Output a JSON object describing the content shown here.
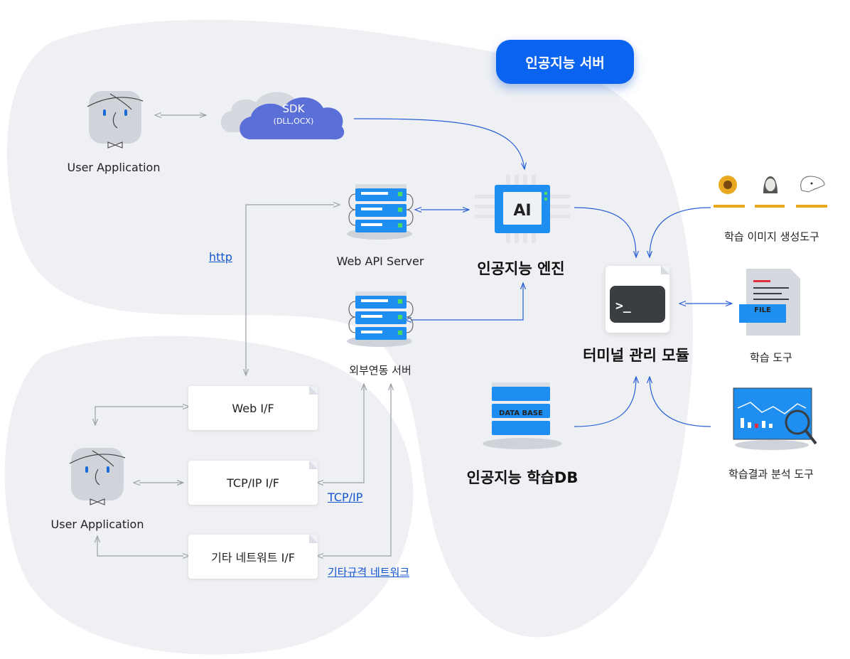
{
  "badge": {
    "label": "인공지능 서버"
  },
  "sdk": {
    "title": "SDK",
    "subtitle": "(DLL,OCX)"
  },
  "user_app_top": {
    "label": "User Application"
  },
  "user_app_bottom": {
    "label": "User Application"
  },
  "web_api_server": {
    "label": "Web API Server"
  },
  "external_server": {
    "label": "외부연동 서버"
  },
  "ai_engine": {
    "label": "인공지능 엔진",
    "chip_text": "AI"
  },
  "terminal_module": {
    "label": "터미널 관리 모듈",
    "prompt": ">_"
  },
  "learning_db": {
    "label": "인공지능 학습DB",
    "db_text": "DATA BASE"
  },
  "image_tool": {
    "label": "학습 이미지 생성도구"
  },
  "learning_tool": {
    "label": "학습 도구",
    "file_text": "FILE"
  },
  "analysis_tool": {
    "label": "학습결과 분석 도구"
  },
  "interfaces": [
    {
      "label": "Web I/F"
    },
    {
      "label": "TCP/IP I/F"
    },
    {
      "label": "기타 네트워트 I/F"
    }
  ],
  "links": {
    "http": "http",
    "tcpip": "TCP/IP",
    "other_network": "기타규격 네트워크"
  },
  "colors": {
    "accent": "#0a64f0",
    "arrow_blue": "#2a5fd6",
    "arrow_gray": "#9aa0a8",
    "bg_blob": "#eef0f4",
    "cloud": "#5a6fd8",
    "server_blue": "#1e8ef0",
    "highlight_yellow": "#e8a820"
  }
}
